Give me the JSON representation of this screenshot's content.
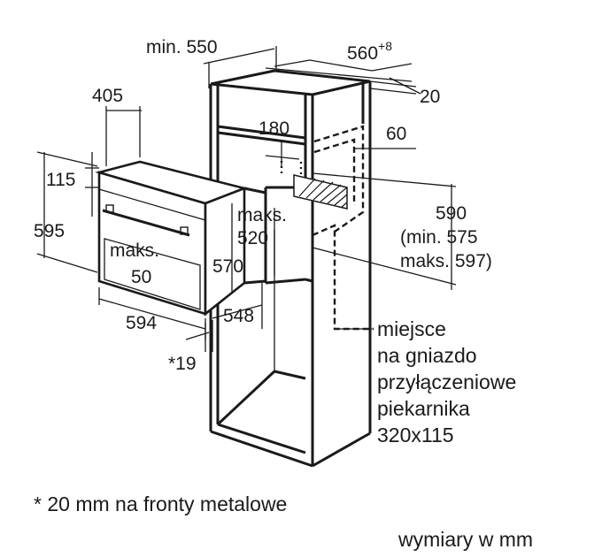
{
  "dimensions": {
    "cabinet_depth": "min. 550",
    "cabinet_width": "560",
    "cabinet_width_tolerance": "+8",
    "top_offset": "20",
    "shelf_gap": "180",
    "rear_gap": "60",
    "oven_depth_top": "405",
    "oven_front_height": "115",
    "oven_height": "595",
    "max_label_1": "maks.",
    "max_value_1": "50",
    "oven_width": "594",
    "max_label_2": "maks.",
    "max_value_2": "520",
    "depth_570": "570",
    "depth_548": "548",
    "front_note": "*19",
    "niche_height": "590",
    "niche_min": "(min. 575",
    "niche_max": "maks. 597)"
  },
  "socket_note": {
    "lines": [
      "miejsce",
      "na gniazdo",
      "przyłączeniowe",
      "piekarnika",
      "320x115"
    ]
  },
  "footnote": "* 20 mm na fronty metalowe",
  "units_note": "wymiary w mm"
}
